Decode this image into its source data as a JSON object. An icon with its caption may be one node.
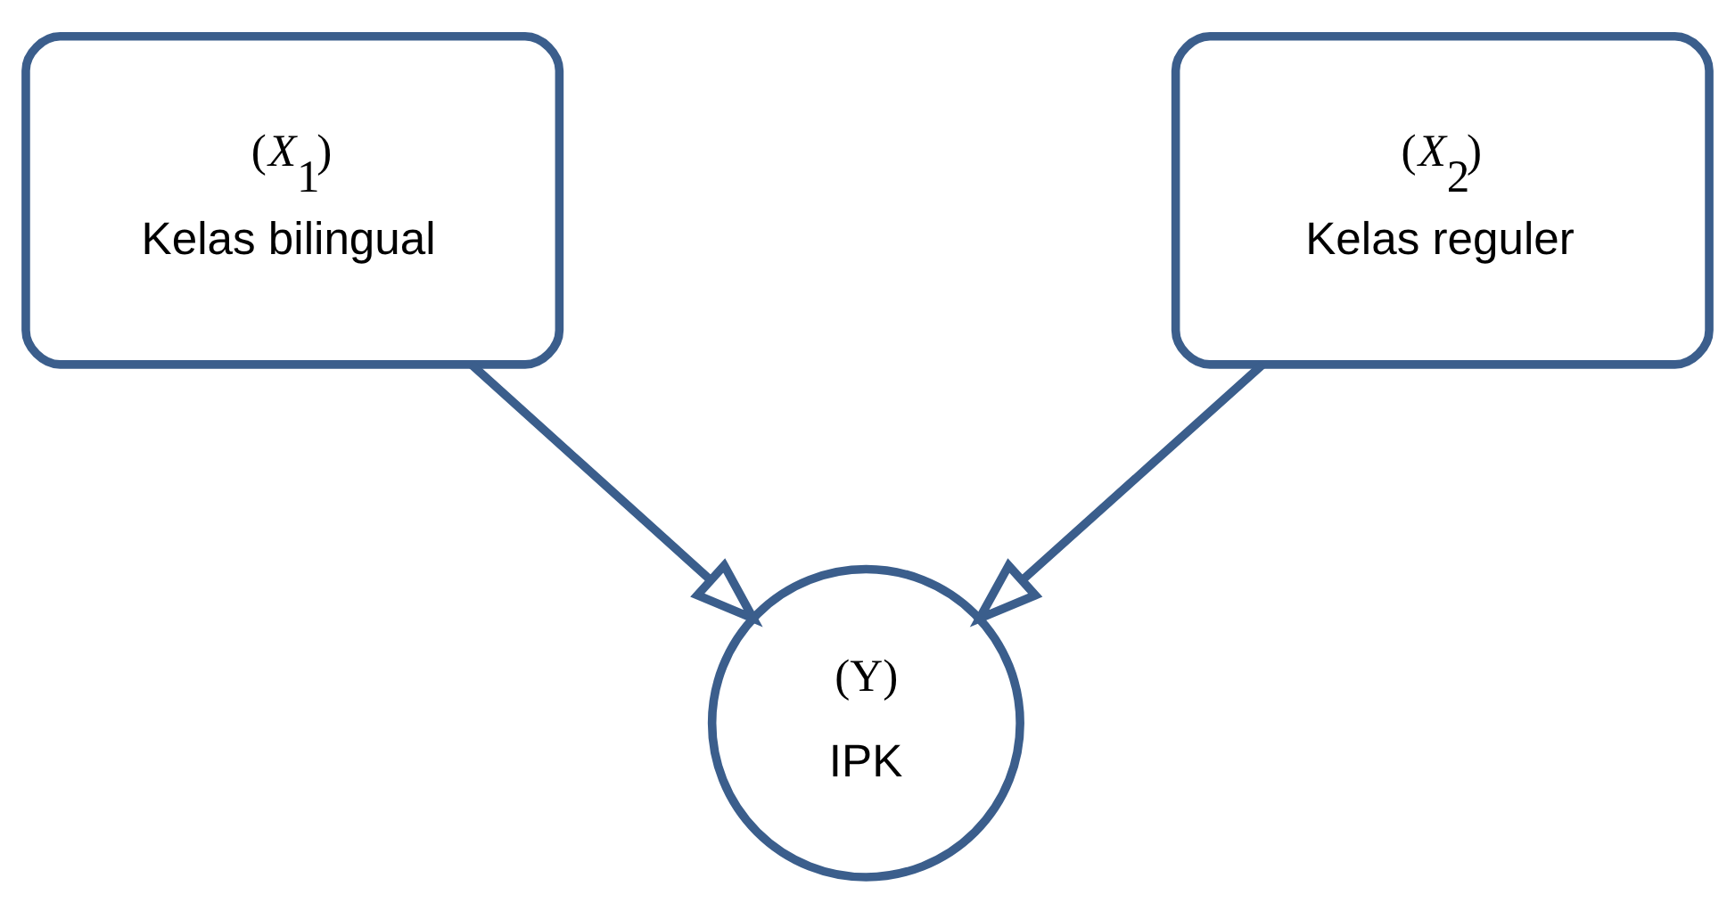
{
  "diagram": {
    "nodes": [
      {
        "text": [
          "(*X*$_{1}$)",
          "Kelas bilingual"
        ]
      },
      {
        "text": [
          "(*X*$_{2}$)",
          "Kelas reguler"
        ]
      },
      {
        "text": [
          "(Y)",
          "IPK"
        ]
      }
    ],
    "edges": [
      {
        "from": 0,
        "to": 2,
        "arrow": "to"
      },
      {
        "from": 1,
        "to": 2,
        "arrow": "to"
      }
    ]
  }
}
